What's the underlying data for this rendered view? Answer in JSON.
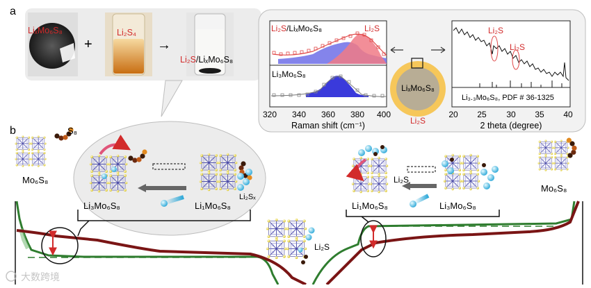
{
  "panel_a": {
    "letter": "a",
    "photo1_label": "LiₓMo₆S₈",
    "plus": "+",
    "photo2_label": "Li₂S₄",
    "arrow": "→",
    "photo3_label_red": "Li₂S",
    "photo3_label_black": "/LiₓMo₆S₈",
    "raman_top_label_red": "Li₂S",
    "raman_top_label_black": "/LiₓMo₆S₈",
    "raman_top_peak_label": "Li₂S",
    "raman_bottom_label": "Li₃Mo₆S₈",
    "raman_xlabel": "Raman shift (cm⁻¹)",
    "raman_xticks": [
      "320",
      "340",
      "360",
      "380",
      "400"
    ],
    "particle_core": "LiₓMo₆S₈",
    "particle_shell": "Li₂S",
    "xrd_peak1": "Li₂S",
    "xrd_peak2": "Li₂S",
    "xrd_ref": "Li₃.₃Mo₆S₈, PDF # 36-1325",
    "xrd_xlabel": "2 theta (degree)",
    "xrd_xticks": [
      "20",
      "25",
      "30",
      "35",
      "40"
    ]
  },
  "panel_b": {
    "letter": "b",
    "s8_label": "S₈",
    "left_mo_label": "Mo₆S₈",
    "left_bubble_li3": "Li₃Mo₆S₈",
    "left_bubble_li1": "Li₁Mo₆S₈",
    "left_bubble_li2sx": "Li₂Sₓ",
    "center_li2s": "Li₂S",
    "right_bubble_li1": "Li₁Mo₆S₈",
    "right_bubble_li3": "Li₃Mo₆S₈",
    "right_bubble_li2s": "Li₂S",
    "right_mo_label": "Mo₆S₈"
  },
  "watermark": "大数跨境",
  "colors": {
    "red": "#d22b2b",
    "darkred": "#7a1515",
    "green": "#2f7d2f",
    "blue": "#3a3adb",
    "gold": "#f4c542"
  }
}
